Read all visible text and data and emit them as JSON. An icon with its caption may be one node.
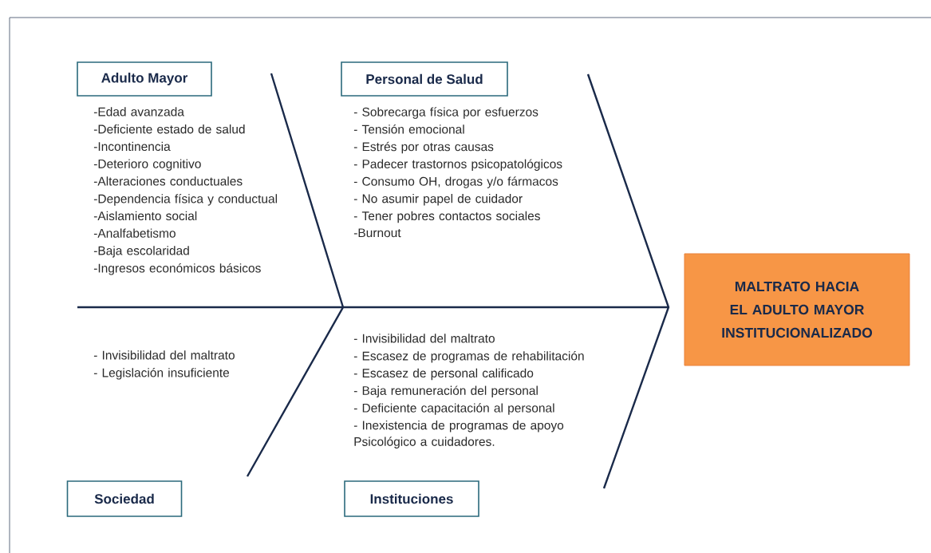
{
  "diagram": {
    "nodes": [
      {
        "text": [
          "Adulto Mayor"
        ],
        "beside": [
          "-Edad avanzada",
          "-Deficiente estado de salud",
          "-Incontinencia",
          "-Deterioro cognitivo",
          "-Alteraciones conductuales",
          "-Dependencia física y conductual",
          "-Aislamiento social",
          "-Analfabetismo",
          "-Baja escolaridad",
          "-Ingresos económicos básicos"
        ]
      },
      {
        "text": [
          "Personal de Salud"
        ],
        "beside": [
          "- Sobrecarga física por esfuerzos",
          "- Tensión emocional",
          "- Estrés por otras causas",
          "- Padecer trastornos psicopatológicos",
          "- Consumo OH, drogas y/o fármacos",
          "- No asumir papel de cuidador",
          "- Tener pobres contactos sociales",
          "-Burnout"
        ]
      },
      {
        "text": [
          "MALTRATO HACIA EL ADULTO MAYOR INSTITUCIONALIZADO"
        ]
      },
      {
        "text": [
          "Sociedad"
        ],
        "beside": [
          "- Invisibilidad del maltrato",
          "- Legislación insuficiente"
        ]
      },
      {
        "text": [
          "Instituciones"
        ],
        "beside": [
          "- Invisibilidad del maltrato",
          "- Escasez de programas de rehabilitación",
          "- Escasez de personal calificado",
          "- Baja remuneración del personal",
          "- Deficiente capacitación al personal",
          "- Inexistencia de programas de apoyo Psicológico a cuidadores."
        ]
      }
    ]
  }
}
